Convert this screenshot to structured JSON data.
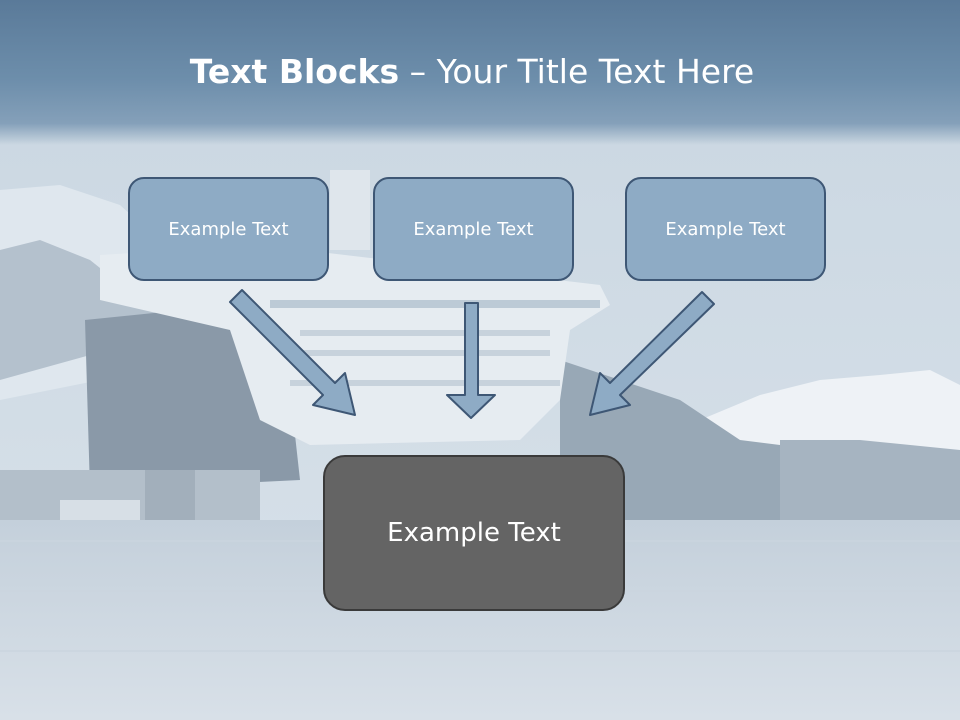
{
  "slide": {
    "title_bold": "Text Blocks",
    "title_rest": " – Your Title Text Here"
  },
  "top_boxes": [
    {
      "label": "Example Text"
    },
    {
      "label": "Example Text"
    },
    {
      "label": "Example Text"
    }
  ],
  "bottom_box": {
    "label": "Example Text"
  },
  "colors": {
    "small_box_fill": "#8eabc5",
    "small_box_border": "#3e5775",
    "big_box_fill": "#646464",
    "arrow_fill": "#8eabc5",
    "title_band": "#6d8eab"
  },
  "background": {
    "description_icon": "cruise-ship-harbor-photo"
  }
}
